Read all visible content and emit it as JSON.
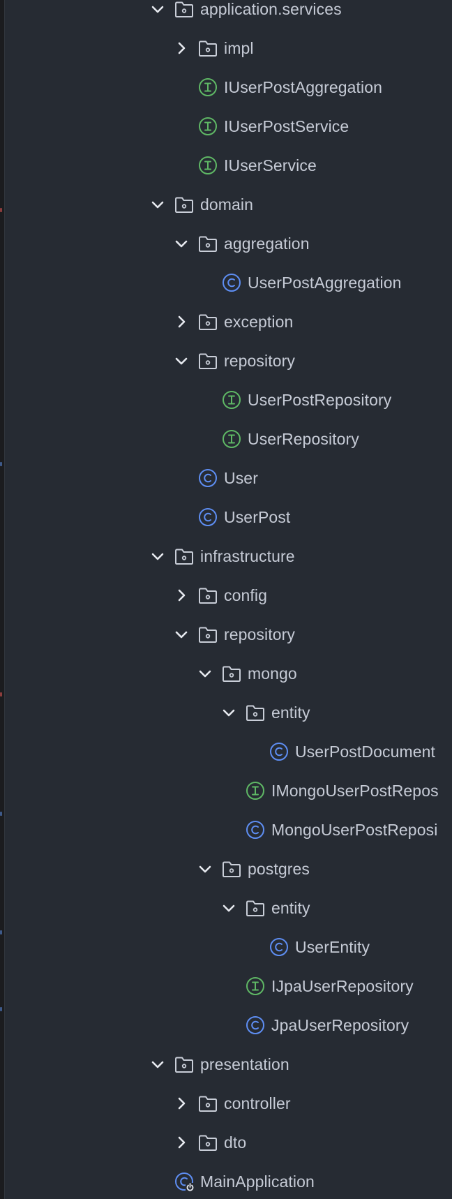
{
  "project_tree": {
    "nodes": [
      {
        "label": "application.services",
        "kind": "folder",
        "state": "expanded",
        "depth": 0
      },
      {
        "label": "impl",
        "kind": "folder",
        "state": "collapsed",
        "depth": 1
      },
      {
        "label": "IUserPostAggregation",
        "kind": "interface",
        "depth": 1
      },
      {
        "label": "IUserPostService",
        "kind": "interface",
        "depth": 1
      },
      {
        "label": "IUserService",
        "kind": "interface",
        "depth": 1
      },
      {
        "label": "domain",
        "kind": "folder",
        "state": "expanded",
        "depth": 0
      },
      {
        "label": "aggregation",
        "kind": "folder",
        "state": "expanded",
        "depth": 1
      },
      {
        "label": "UserPostAggregation",
        "kind": "class",
        "depth": 2
      },
      {
        "label": "exception",
        "kind": "folder",
        "state": "collapsed",
        "depth": 1
      },
      {
        "label": "repository",
        "kind": "folder",
        "state": "expanded",
        "depth": 1
      },
      {
        "label": "UserPostRepository",
        "kind": "interface",
        "depth": 2
      },
      {
        "label": "UserRepository",
        "kind": "interface",
        "depth": 2
      },
      {
        "label": "User",
        "kind": "class",
        "depth": 1
      },
      {
        "label": "UserPost",
        "kind": "class",
        "depth": 1
      },
      {
        "label": "infrastructure",
        "kind": "folder",
        "state": "expanded",
        "depth": 0
      },
      {
        "label": "config",
        "kind": "folder",
        "state": "collapsed",
        "depth": 1
      },
      {
        "label": "repository",
        "kind": "folder",
        "state": "expanded",
        "depth": 1
      },
      {
        "label": "mongo",
        "kind": "folder",
        "state": "expanded",
        "depth": 2
      },
      {
        "label": "entity",
        "kind": "folder",
        "state": "expanded",
        "depth": 3
      },
      {
        "label": "UserPostDocument",
        "kind": "class",
        "depth": 4
      },
      {
        "label": "IMongoUserPostRepos",
        "kind": "interface",
        "depth": 3
      },
      {
        "label": "MongoUserPostReposi",
        "kind": "class",
        "depth": 3
      },
      {
        "label": "postgres",
        "kind": "folder",
        "state": "expanded",
        "depth": 2
      },
      {
        "label": "entity",
        "kind": "folder",
        "state": "expanded",
        "depth": 3
      },
      {
        "label": "UserEntity",
        "kind": "class",
        "depth": 4
      },
      {
        "label": "IJpaUserRepository",
        "kind": "interface",
        "depth": 3
      },
      {
        "label": "JpaUserRepository",
        "kind": "class",
        "depth": 3
      },
      {
        "label": "presentation",
        "kind": "folder",
        "state": "expanded",
        "depth": 0
      },
      {
        "label": "controller",
        "kind": "folder",
        "state": "collapsed",
        "depth": 1
      },
      {
        "label": "dto",
        "kind": "folder",
        "state": "collapsed",
        "depth": 1
      },
      {
        "label": "MainApplication",
        "kind": "spring-boot-class",
        "depth": 0
      }
    ]
  },
  "icons": {
    "folder": "folder-icon",
    "interface": "interface-icon",
    "class": "class-icon",
    "spring-boot-class": "spring-boot-class-icon",
    "expanded": "chevron-down-icon",
    "collapsed": "chevron-right-icon"
  },
  "colors": {
    "panel_background": "#262b33",
    "gutter_background": "#1b1c1f",
    "text": "#c6cbd6",
    "chevron": "#e6e9ef",
    "folder_outline": "#c9ced8",
    "interface_accent": "#5fb865",
    "class_accent": "#5e8ef3"
  }
}
